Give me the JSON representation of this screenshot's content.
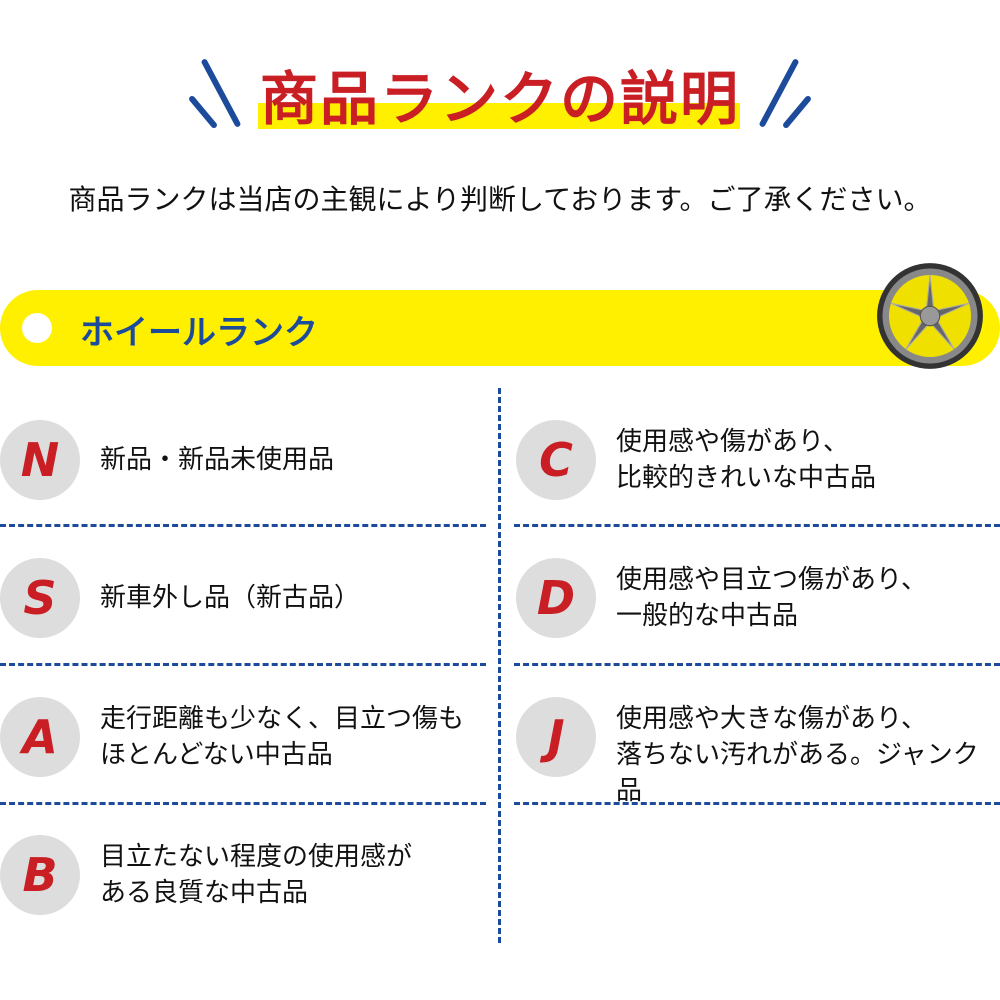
{
  "header": {
    "title": "商品ランクの説明",
    "subtitle": "商品ランクは当店の主観により判断しております。ご了承ください。"
  },
  "section": {
    "title": "ホイールランク",
    "icon": "wheel-icon"
  },
  "colors": {
    "accent_red": "#c81e24",
    "accent_blue": "#1d4b9c",
    "highlight_yellow": "#fff000"
  },
  "ranks": [
    {
      "letter": "N",
      "lines": [
        "新品・新品未使用品"
      ]
    },
    {
      "letter": "S",
      "lines": [
        "新車外し品（新古品）"
      ]
    },
    {
      "letter": "A",
      "lines": [
        "走行距離も少なく、目立つ傷も",
        "ほとんどない中古品"
      ]
    },
    {
      "letter": "B",
      "lines": [
        "目立たない程度の使用感が",
        "ある良質な中古品"
      ]
    },
    {
      "letter": "C",
      "lines": [
        "使用感や傷があり、",
        "比較的きれいな中古品"
      ]
    },
    {
      "letter": "D",
      "lines": [
        "使用感や目立つ傷があり、",
        "一般的な中古品"
      ]
    },
    {
      "letter": "J",
      "lines": [
        "使用感や大きな傷があり、",
        "落ちない汚れがある。ジャンク品"
      ]
    }
  ]
}
